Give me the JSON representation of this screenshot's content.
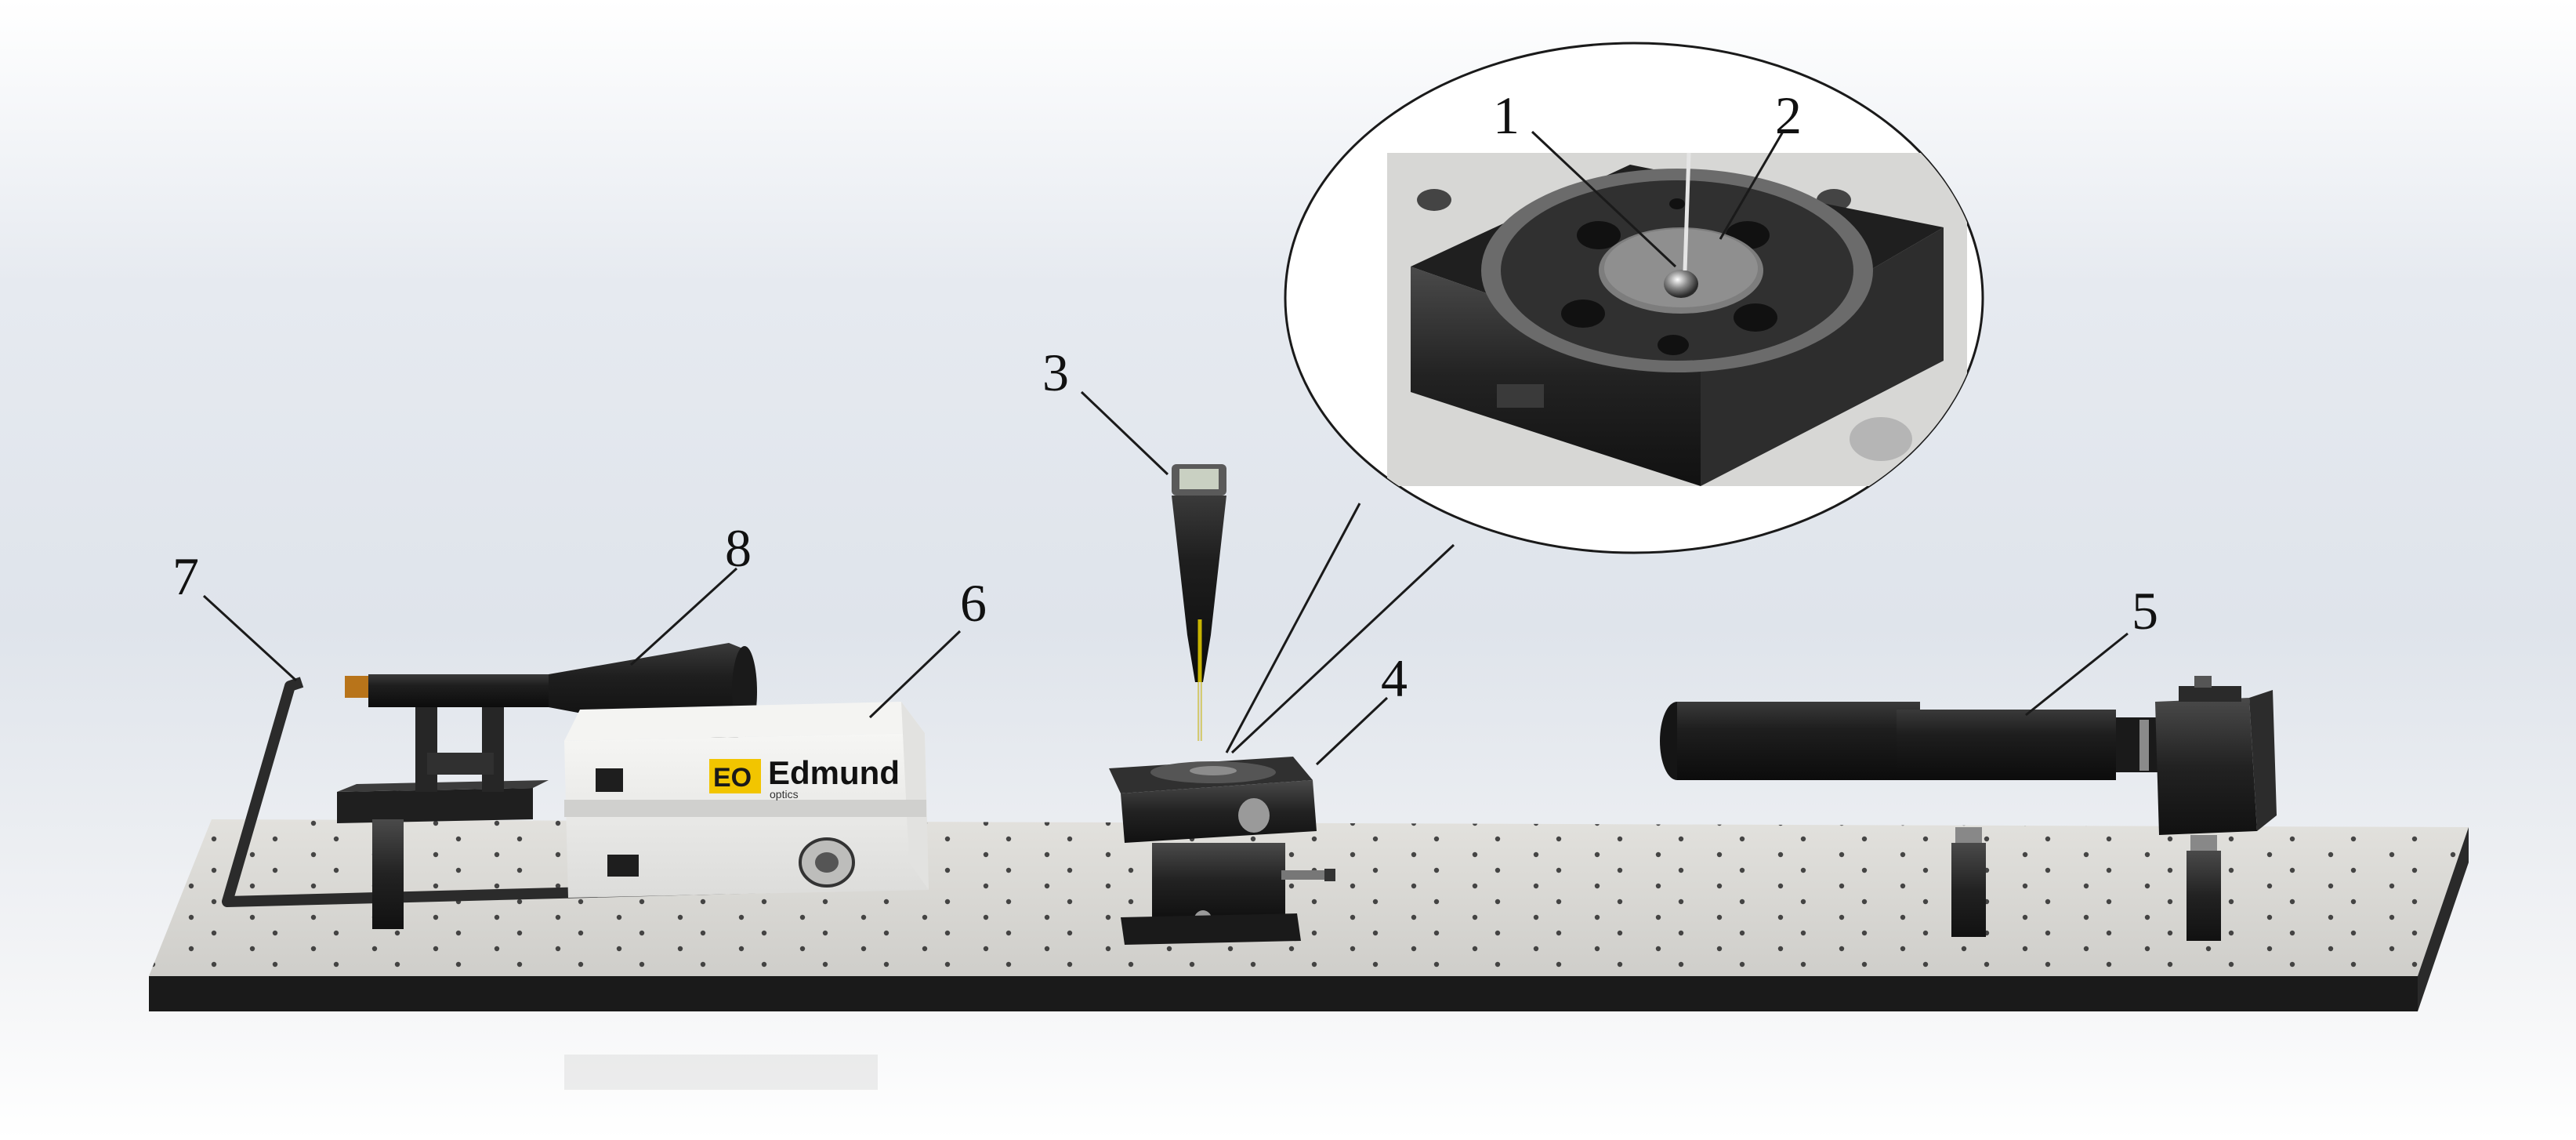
{
  "figure": {
    "callouts": [
      {
        "id": "1",
        "label": "1"
      },
      {
        "id": "2",
        "label": "2"
      },
      {
        "id": "3",
        "label": "3"
      },
      {
        "id": "4",
        "label": "4"
      },
      {
        "id": "5",
        "label": "5"
      },
      {
        "id": "6",
        "label": "6"
      },
      {
        "id": "7",
        "label": "7"
      },
      {
        "id": "8",
        "label": "8"
      }
    ],
    "light_source": {
      "brand_name": "Edmund",
      "brand_tagline": "optics",
      "logo_mark": "EO"
    },
    "colors": {
      "table_top": "#d9d8d4",
      "table_edge": "#1c1c1c",
      "device_black": "#222222",
      "box_white": "#ececea",
      "logo_yellow": "#f2c500",
      "sky_top": "#dde3ec"
    }
  }
}
